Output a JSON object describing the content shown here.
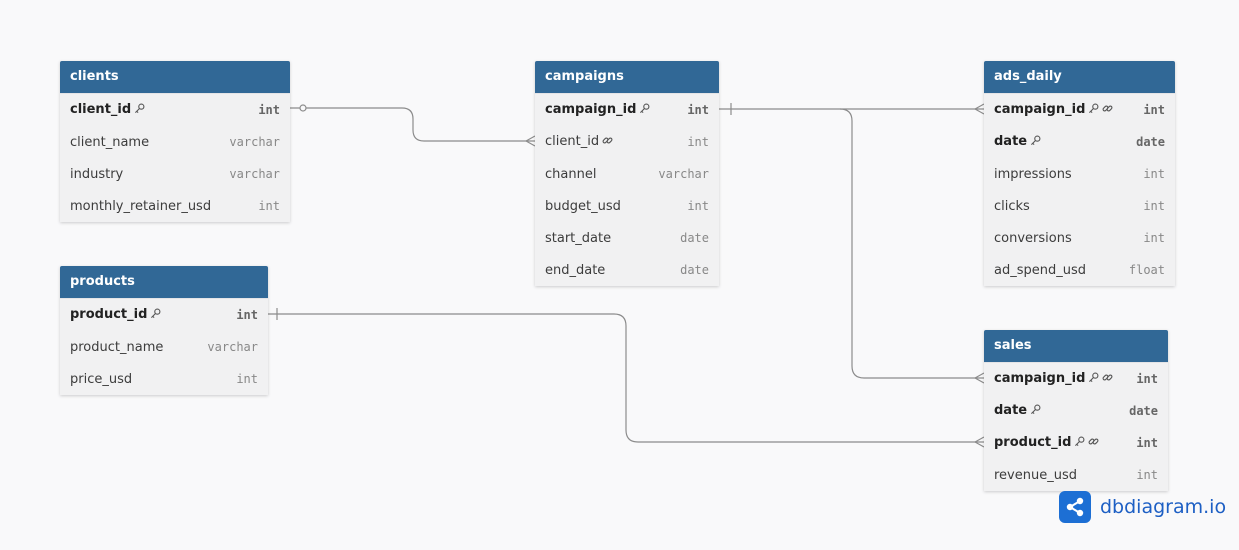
{
  "tables": {
    "clients": {
      "name": "clients",
      "columns": [
        {
          "name": "client_id",
          "type": "int",
          "pk": true,
          "fk": false
        },
        {
          "name": "client_name",
          "type": "varchar",
          "pk": false,
          "fk": false
        },
        {
          "name": "industry",
          "type": "varchar",
          "pk": false,
          "fk": false
        },
        {
          "name": "monthly_retainer_usd",
          "type": "int",
          "pk": false,
          "fk": false
        }
      ]
    },
    "campaigns": {
      "name": "campaigns",
      "columns": [
        {
          "name": "campaign_id",
          "type": "int",
          "pk": true,
          "fk": false
        },
        {
          "name": "client_id",
          "type": "int",
          "pk": false,
          "fk": true
        },
        {
          "name": "channel",
          "type": "varchar",
          "pk": false,
          "fk": false
        },
        {
          "name": "budget_usd",
          "type": "int",
          "pk": false,
          "fk": false
        },
        {
          "name": "start_date",
          "type": "date",
          "pk": false,
          "fk": false
        },
        {
          "name": "end_date",
          "type": "date",
          "pk": false,
          "fk": false
        }
      ]
    },
    "ads_daily": {
      "name": "ads_daily",
      "columns": [
        {
          "name": "campaign_id",
          "type": "int",
          "pk": true,
          "fk": true
        },
        {
          "name": "date",
          "type": "date",
          "pk": true,
          "fk": false
        },
        {
          "name": "impressions",
          "type": "int",
          "pk": false,
          "fk": false
        },
        {
          "name": "clicks",
          "type": "int",
          "pk": false,
          "fk": false
        },
        {
          "name": "conversions",
          "type": "int",
          "pk": false,
          "fk": false
        },
        {
          "name": "ad_spend_usd",
          "type": "float",
          "pk": false,
          "fk": false
        }
      ]
    },
    "products": {
      "name": "products",
      "columns": [
        {
          "name": "product_id",
          "type": "int",
          "pk": true,
          "fk": false
        },
        {
          "name": "product_name",
          "type": "varchar",
          "pk": false,
          "fk": false
        },
        {
          "name": "price_usd",
          "type": "int",
          "pk": false,
          "fk": false
        }
      ]
    },
    "sales": {
      "name": "sales",
      "columns": [
        {
          "name": "campaign_id",
          "type": "int",
          "pk": true,
          "fk": true
        },
        {
          "name": "date",
          "type": "date",
          "pk": true,
          "fk": false
        },
        {
          "name": "product_id",
          "type": "int",
          "pk": true,
          "fk": true
        },
        {
          "name": "revenue_usd",
          "type": "int",
          "pk": false,
          "fk": false
        }
      ]
    }
  },
  "relationships": [
    {
      "from": "clients.client_id",
      "to": "campaigns.client_id",
      "cardinality": "zero-or-one to many"
    },
    {
      "from": "campaigns.campaign_id",
      "to": "ads_daily.campaign_id",
      "cardinality": "one to many"
    },
    {
      "from": "campaigns.campaign_id",
      "to": "sales.campaign_id",
      "cardinality": "one to many"
    },
    {
      "from": "products.product_id",
      "to": "sales.product_id",
      "cardinality": "one to many"
    }
  ],
  "brand": {
    "text": "dbdiagram.io",
    "color": "#1d6fd4"
  },
  "colors": {
    "header": "#316896",
    "line": "#8c8c8c"
  }
}
